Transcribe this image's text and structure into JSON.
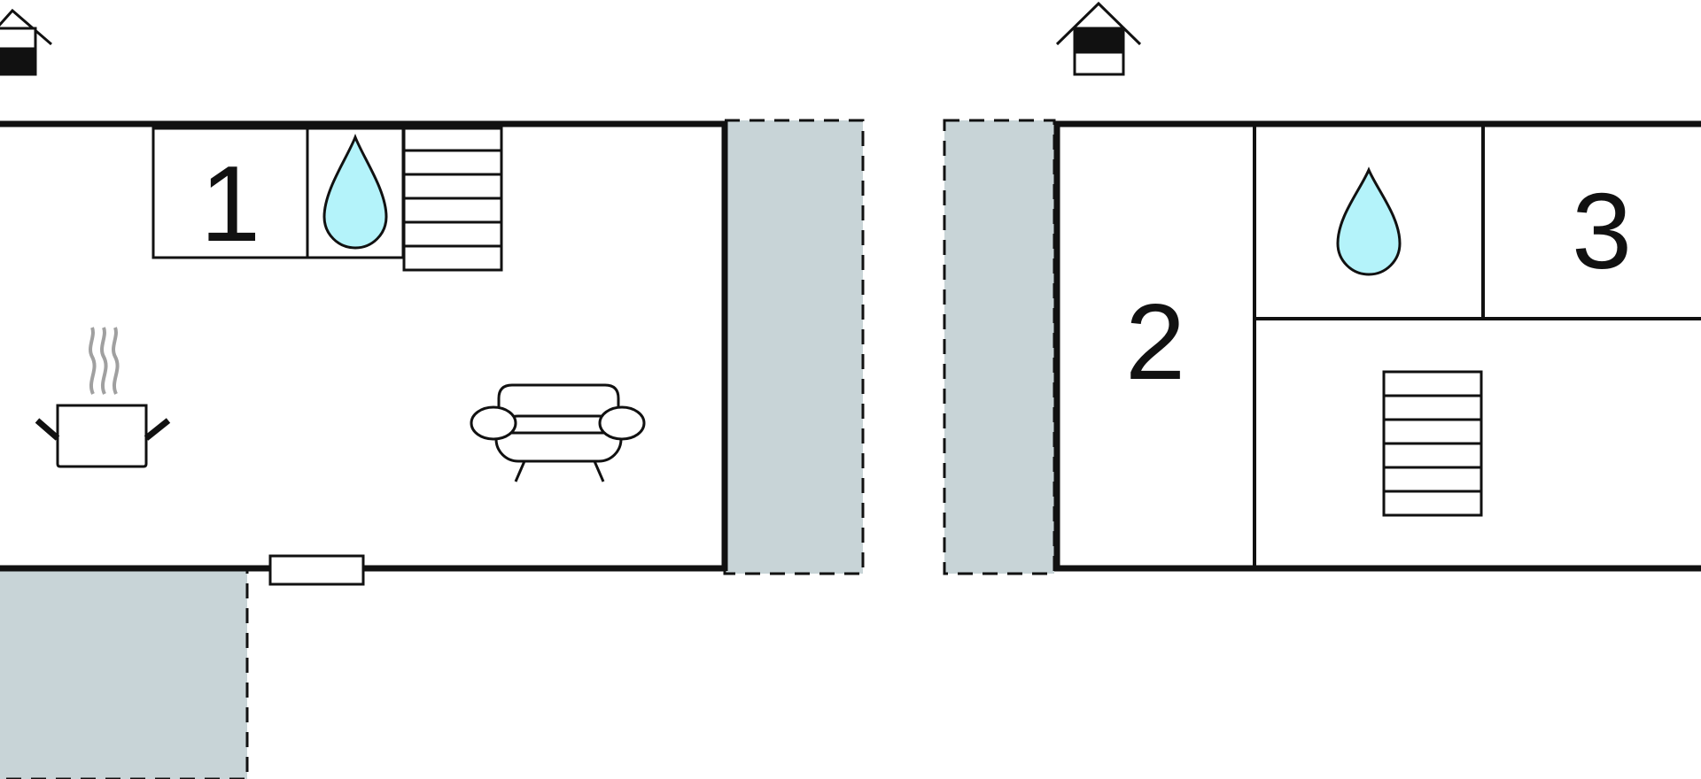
{
  "floors": [
    {
      "level_icon": "house-ground-floor-icon",
      "rooms": [
        {
          "number": "1",
          "icon": "bedroom"
        }
      ],
      "icons": [
        "water-drop-icon",
        "stairs-icon",
        "cooking-pot-icon",
        "sofa-icon",
        "door-icon"
      ],
      "outdoor_areas": 2
    },
    {
      "level_icon": "house-upper-floor-icon",
      "rooms": [
        {
          "number": "2",
          "icon": "bedroom"
        },
        {
          "number": "3",
          "icon": "bedroom"
        }
      ],
      "icons": [
        "water-drop-icon",
        "stairs-icon"
      ],
      "outdoor_areas": 1
    }
  ],
  "colors": {
    "wall": "#111111",
    "outdoor_fill": "#c8d4d7",
    "water": "#b4f3fa",
    "steam": "#a0a0a0",
    "background": "#ffffff"
  }
}
